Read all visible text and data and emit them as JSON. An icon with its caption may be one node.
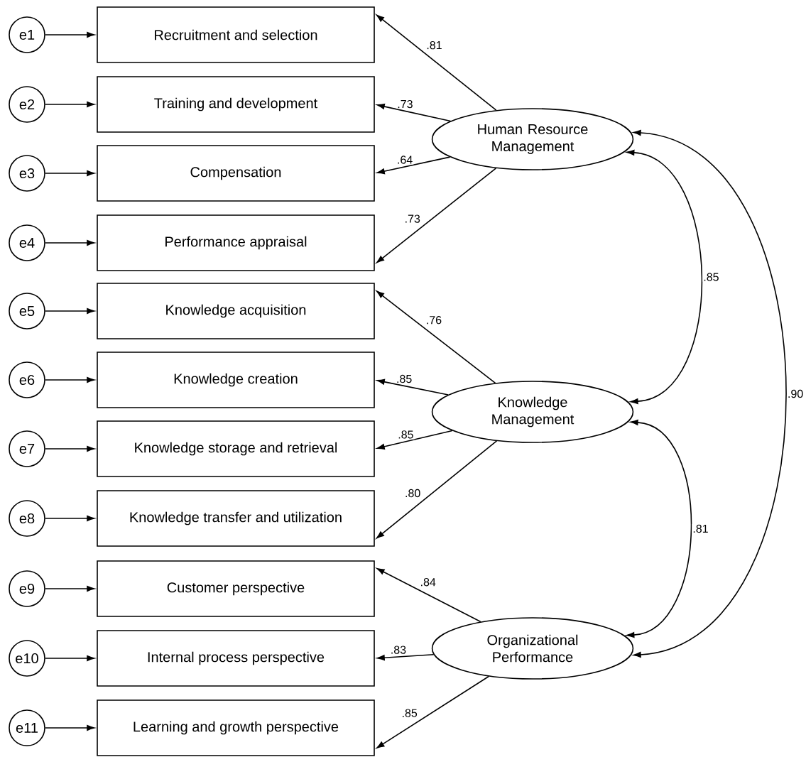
{
  "diagram": {
    "nodes": [
      {
        "text": [
          "e1"
        ]
      },
      {
        "text": [
          "e2"
        ]
      },
      {
        "text": [
          "e3"
        ]
      },
      {
        "text": [
          "e4"
        ]
      },
      {
        "text": [
          "e5"
        ]
      },
      {
        "text": [
          "e6"
        ]
      },
      {
        "text": [
          "e7"
        ]
      },
      {
        "text": [
          "e8"
        ]
      },
      {
        "text": [
          "e9"
        ]
      },
      {
        "text": [
          "e10"
        ]
      },
      {
        "text": [
          "e11"
        ]
      },
      {
        "text": [
          "Recruitment and selection"
        ]
      },
      {
        "text": [
          "Training and development"
        ]
      },
      {
        "text": [
          "Compensation"
        ]
      },
      {
        "text": [
          "Performance appraisal"
        ]
      },
      {
        "text": [
          "Knowledge acquisition"
        ]
      },
      {
        "text": [
          "Knowledge creation"
        ]
      },
      {
        "text": [
          "Knowledge storage and retrieval"
        ]
      },
      {
        "text": [
          "Knowledge transfer and utilization"
        ]
      },
      {
        "text": [
          "Customer perspective"
        ]
      },
      {
        "text": [
          "Internal process perspective"
        ]
      },
      {
        "text": [
          "Learning and growth perspective"
        ]
      },
      {
        "text": [
          "Human Resource Management"
        ]
      },
      {
        "text": [
          "Knowledge Management"
        ]
      },
      {
        "text": [
          "Organizational Performance"
        ]
      }
    ],
    "edges": [
      {
        "from": 0,
        "to": 11,
        "arrow": "to"
      },
      {
        "from": 1,
        "to": 12,
        "arrow": "to"
      },
      {
        "from": 2,
        "to": 13,
        "arrow": "to"
      },
      {
        "from": 3,
        "to": 14,
        "arrow": "to"
      },
      {
        "from": 4,
        "to": 15,
        "arrow": "to"
      },
      {
        "from": 5,
        "to": 16,
        "arrow": "to"
      },
      {
        "from": 6,
        "to": 17,
        "arrow": "to"
      },
      {
        "from": 7,
        "to": 18,
        "arrow": "to"
      },
      {
        "from": 8,
        "to": 19,
        "arrow": "to"
      },
      {
        "from": 9,
        "to": 20,
        "arrow": "to"
      },
      {
        "from": 10,
        "to": 21,
        "arrow": "to"
      },
      {
        "from": 22,
        "to": 11,
        "arrow": "to",
        "label": ".81"
      },
      {
        "from": 22,
        "to": 12,
        "arrow": "to",
        "label": ".73"
      },
      {
        "from": 22,
        "to": 13,
        "arrow": "to",
        "label": ".64"
      },
      {
        "from": 22,
        "to": 14,
        "arrow": "to",
        "label": ".73"
      },
      {
        "from": 23,
        "to": 15,
        "arrow": "to",
        "label": ".76"
      },
      {
        "from": 23,
        "to": 16,
        "arrow": "to",
        "label": ".85"
      },
      {
        "from": 23,
        "to": 17,
        "arrow": "to",
        "label": ".85"
      },
      {
        "from": 23,
        "to": 18,
        "arrow": "to",
        "label": ".80"
      },
      {
        "from": 24,
        "to": 19,
        "arrow": "to",
        "label": ".84"
      },
      {
        "from": 24,
        "to": 20,
        "arrow": "to",
        "label": ".83"
      },
      {
        "from": 24,
        "to": 21,
        "arrow": "to",
        "label": ".85"
      },
      {
        "from": 22,
        "to": 23,
        "arrow": "both",
        "label": ".85"
      },
      {
        "from": 23,
        "to": 24,
        "arrow": "both",
        "label": ".81"
      },
      {
        "from": 22,
        "to": 24,
        "arrow": "both",
        "label": ".90"
      }
    ]
  }
}
